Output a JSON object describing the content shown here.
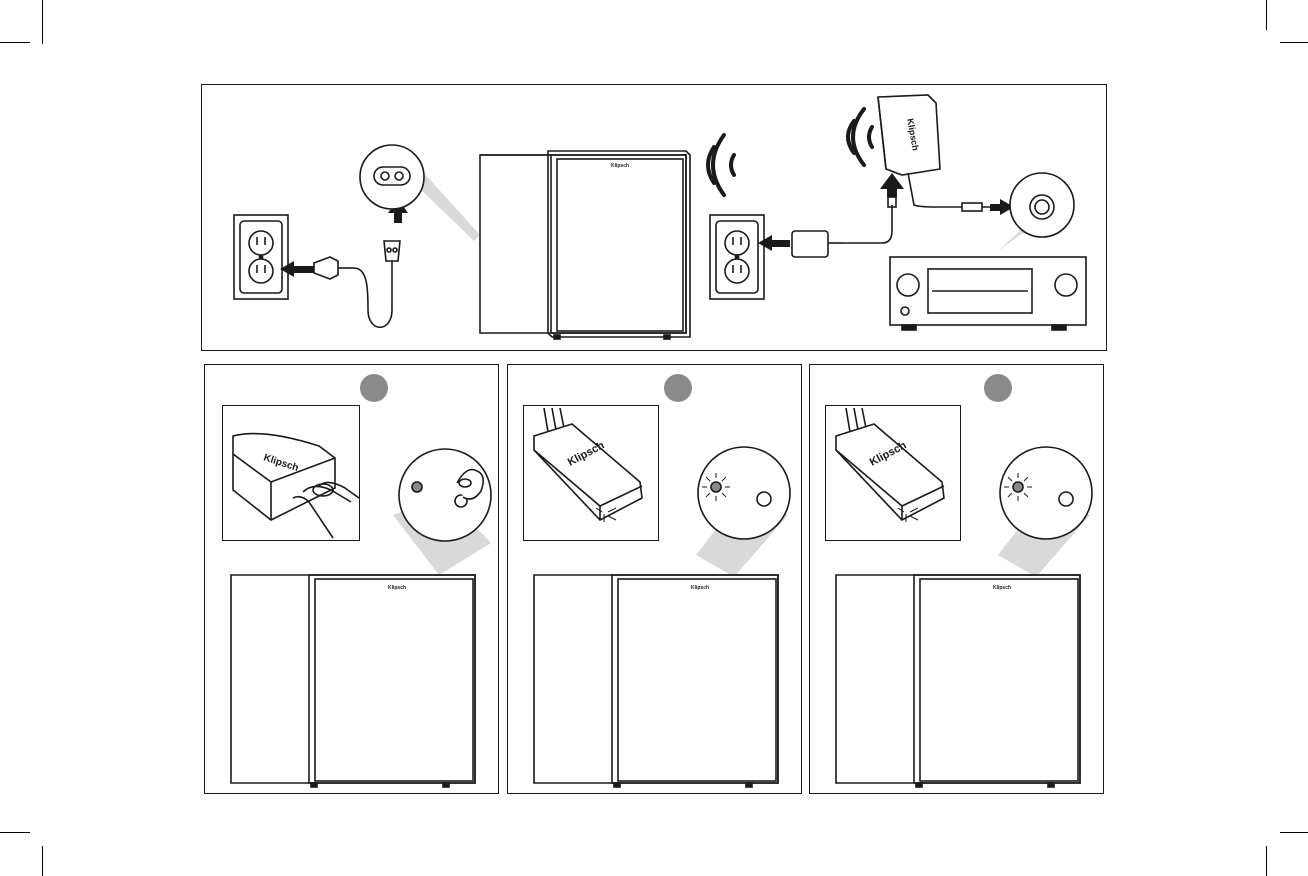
{
  "brand": {
    "logo_text": "Klipsch"
  },
  "colors": {
    "line": "#1a1a1a",
    "accent_grey": "#8a8a8a",
    "cone_grey": "#d9d9d9",
    "led_grey": "#7a7a7a"
  },
  "icons": [
    "wall-outlet-icon",
    "power-plug-icon",
    "figure8-socket-icon",
    "wireless-signal-icon",
    "transmitter-icon",
    "ac-adapter-icon",
    "rca-jack-icon",
    "av-receiver-icon",
    "pairing-button-icon",
    "led-indicator-icon",
    "arrow-icon"
  ],
  "steps": [
    {
      "id": "1",
      "inset": "press-pair-button"
    },
    {
      "id": "2",
      "inset": "transmitter-led-blink"
    },
    {
      "id": "3",
      "inset": "transmitter-led-solid"
    }
  ]
}
